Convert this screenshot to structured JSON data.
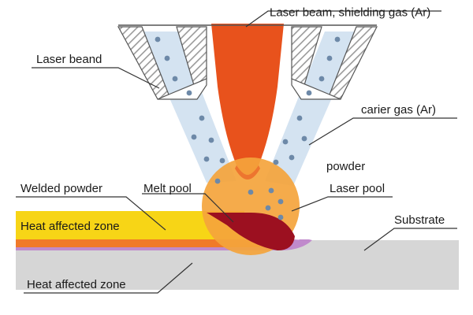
{
  "labels": {
    "laser_beam_gas": "Laser beam, shielding gas (Ar)",
    "laser_beand": "Laser beand",
    "carrier_gas": "carier gas (Ar)",
    "powder": "powder",
    "welded_powder": "Welded powder",
    "melt_pool": "Melt pool",
    "laser_pool": "Laser pool",
    "heat_affected_zone_top": "Heat affected zone",
    "substrate": "Substrate",
    "heat_affected_zone_bottom": "Heat affected zone"
  },
  "colors": {
    "laser_beam": "#e8521c",
    "powder_stream": "#cfe0f0",
    "powder_dots": "#6d89a8",
    "melt_sphere": "#f4a43c",
    "melt_pool": "#9c1020",
    "heat_zone_yellow": "#f7d516",
    "heat_zone_orange": "#f07a2a",
    "heat_zone_purple": "#c08acc",
    "substrate": "#d6d6d6",
    "nozzle_hatch": "#b3b3b3"
  }
}
